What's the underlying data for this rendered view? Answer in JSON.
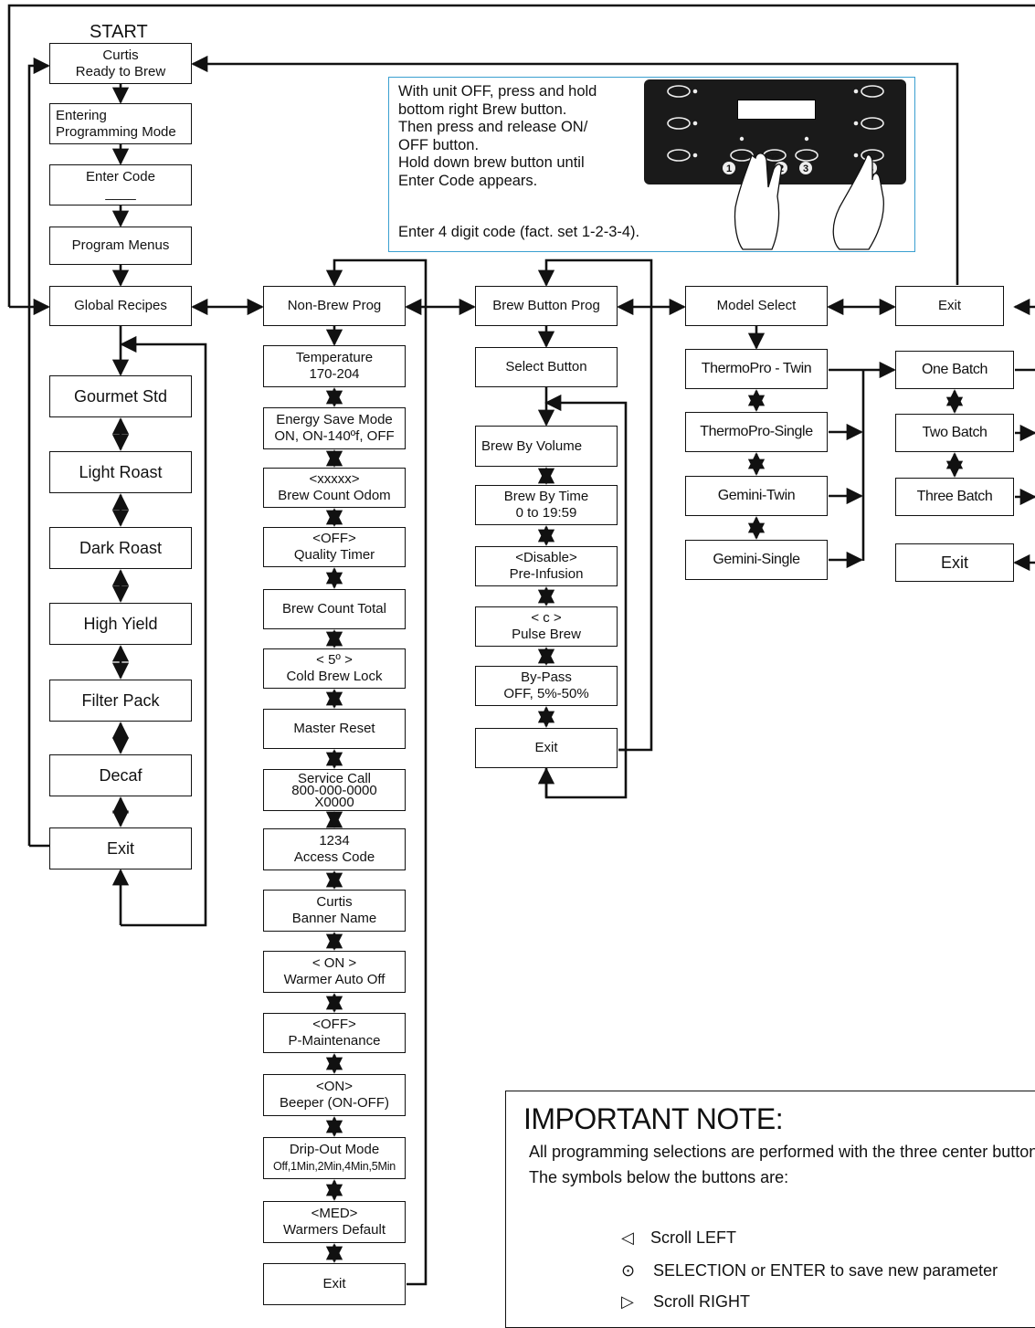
{
  "start_label": "START",
  "flow": {
    "ready": [
      "Curtis",
      "Ready to Brew"
    ],
    "entering": [
      "Entering",
      "Programming Mode"
    ],
    "enter_code": [
      "Enter Code",
      "____"
    ],
    "program_menus": "Program Menus"
  },
  "main_menu": {
    "global_recipes": "Global Recipes",
    "non_brew_prog": "Non-Brew Prog",
    "brew_button_prog": "Brew Button Prog",
    "model_select": "Model Select",
    "exit": "Exit"
  },
  "global_recipes": [
    "Gourmet Std",
    "Light Roast",
    "Dark Roast",
    "High Yield",
    "Filter Pack",
    "Decaf",
    "Exit"
  ],
  "non_brew": [
    [
      "Temperature",
      "170-204"
    ],
    [
      "Energy Save Mode",
      "ON, ON-140ºf, OFF"
    ],
    [
      "<xxxxx>",
      "Brew Count Odom"
    ],
    [
      "<OFF>",
      "Quality Timer"
    ],
    [
      "Brew Count Total"
    ],
    [
      "< 5º >",
      "Cold Brew Lock"
    ],
    [
      "Master Reset"
    ],
    [
      "Service Call",
      "800-000-0000",
      "X0000"
    ],
    [
      "1234",
      "Access Code"
    ],
    [
      "Curtis",
      "Banner Name"
    ],
    [
      "< ON >",
      "Warmer Auto Off"
    ],
    [
      "<OFF>",
      "P-Maintenance"
    ],
    [
      "<ON>",
      "Beeper (ON-OFF)"
    ],
    [
      "Drip-Out Mode",
      "Off,1Min,2Min,4Min,5Min"
    ],
    [
      "<MED>",
      "Warmers Default"
    ],
    [
      "Exit"
    ]
  ],
  "brew_button": [
    [
      "Select Button"
    ],
    [
      "Brew    By Volume"
    ],
    [
      "Brew By Time",
      "0 to 19:59"
    ],
    [
      "<Disable>",
      "Pre-Infusion"
    ],
    [
      "< c >",
      "Pulse Brew"
    ],
    [
      "By-Pass",
      "OFF, 5%-50%"
    ],
    [
      "Exit"
    ]
  ],
  "models": [
    "ThermoPro - Twin",
    "ThermoPro-Single",
    "Gemini-Twin",
    "Gemini-Single"
  ],
  "batches": [
    "One Batch",
    "Two Batch",
    "Three Batch",
    "Exit"
  ],
  "callout": {
    "instructions": [
      "With unit OFF, press and hold",
      "bottom right Brew button.",
      "Then press and release ON/",
      "OFF button.",
      "Hold down brew button until",
      "Enter Code appears."
    ],
    "code_hint": "Enter 4 digit code (fact. set 1-2-3-4).",
    "panel_numbers": [
      "1",
      "2",
      "3",
      "4"
    ],
    "onoff_label": "ON/OFF"
  },
  "note": {
    "title": "IMPORTANT NOTE:",
    "lines": [
      "All programming selections are performed with the three center buttons.",
      "The symbols below the buttons are:"
    ],
    "symbols": [
      {
        "glyph": "◁",
        "text": "Scroll LEFT"
      },
      {
        "glyph": "⊙",
        "text": "SELECTION or ENTER to save new parameter"
      },
      {
        "glyph": "▷",
        "text": "Scroll RIGHT"
      }
    ]
  }
}
